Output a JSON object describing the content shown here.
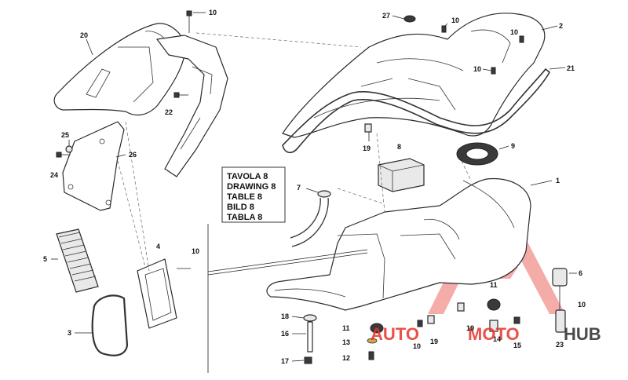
{
  "drawing_box": {
    "lines": [
      "TAVOLA 8",
      "DRAWING 8",
      "TABLE 8",
      "BILD 8",
      "TABLA 8"
    ]
  },
  "callouts": [
    {
      "id": "c10a",
      "text": "10"
    },
    {
      "id": "c20",
      "text": "20"
    },
    {
      "id": "c22",
      "text": "22"
    },
    {
      "id": "c25",
      "text": "25"
    },
    {
      "id": "c24",
      "text": "24"
    },
    {
      "id": "c26",
      "text": "26"
    },
    {
      "id": "c27",
      "text": "27"
    },
    {
      "id": "c10b",
      "text": "10"
    },
    {
      "id": "c2",
      "text": "2"
    },
    {
      "id": "c10c",
      "text": "10"
    },
    {
      "id": "c10d",
      "text": "10"
    },
    {
      "id": "c21",
      "text": "21"
    },
    {
      "id": "c19a",
      "text": "19"
    },
    {
      "id": "c8",
      "text": "8"
    },
    {
      "id": "c9",
      "text": "9"
    },
    {
      "id": "c7",
      "text": "7"
    },
    {
      "id": "c1",
      "text": "1"
    },
    {
      "id": "c4",
      "text": "4"
    },
    {
      "id": "c10e",
      "text": "10"
    },
    {
      "id": "c5",
      "text": "5"
    },
    {
      "id": "c3",
      "text": "3"
    },
    {
      "id": "c6",
      "text": "6"
    },
    {
      "id": "c11a",
      "text": "11"
    },
    {
      "id": "c10f",
      "text": "10"
    },
    {
      "id": "c18",
      "text": "18"
    },
    {
      "id": "c16",
      "text": "16"
    },
    {
      "id": "c17",
      "text": "17"
    },
    {
      "id": "c11b",
      "text": "11"
    },
    {
      "id": "c13",
      "text": "13"
    },
    {
      "id": "c12",
      "text": "12"
    },
    {
      "id": "c10g",
      "text": "10"
    },
    {
      "id": "c19b",
      "text": "19"
    },
    {
      "id": "c19c",
      "text": "19"
    },
    {
      "id": "c14",
      "text": "14"
    },
    {
      "id": "c15",
      "text": "15"
    },
    {
      "id": "c23",
      "text": "23"
    }
  ],
  "watermark": {
    "part1": "AUTO",
    "part2": "MOTO",
    "part3": "HUB",
    "color_red": "#e8332a",
    "color_dark": "#2b2b2b"
  }
}
